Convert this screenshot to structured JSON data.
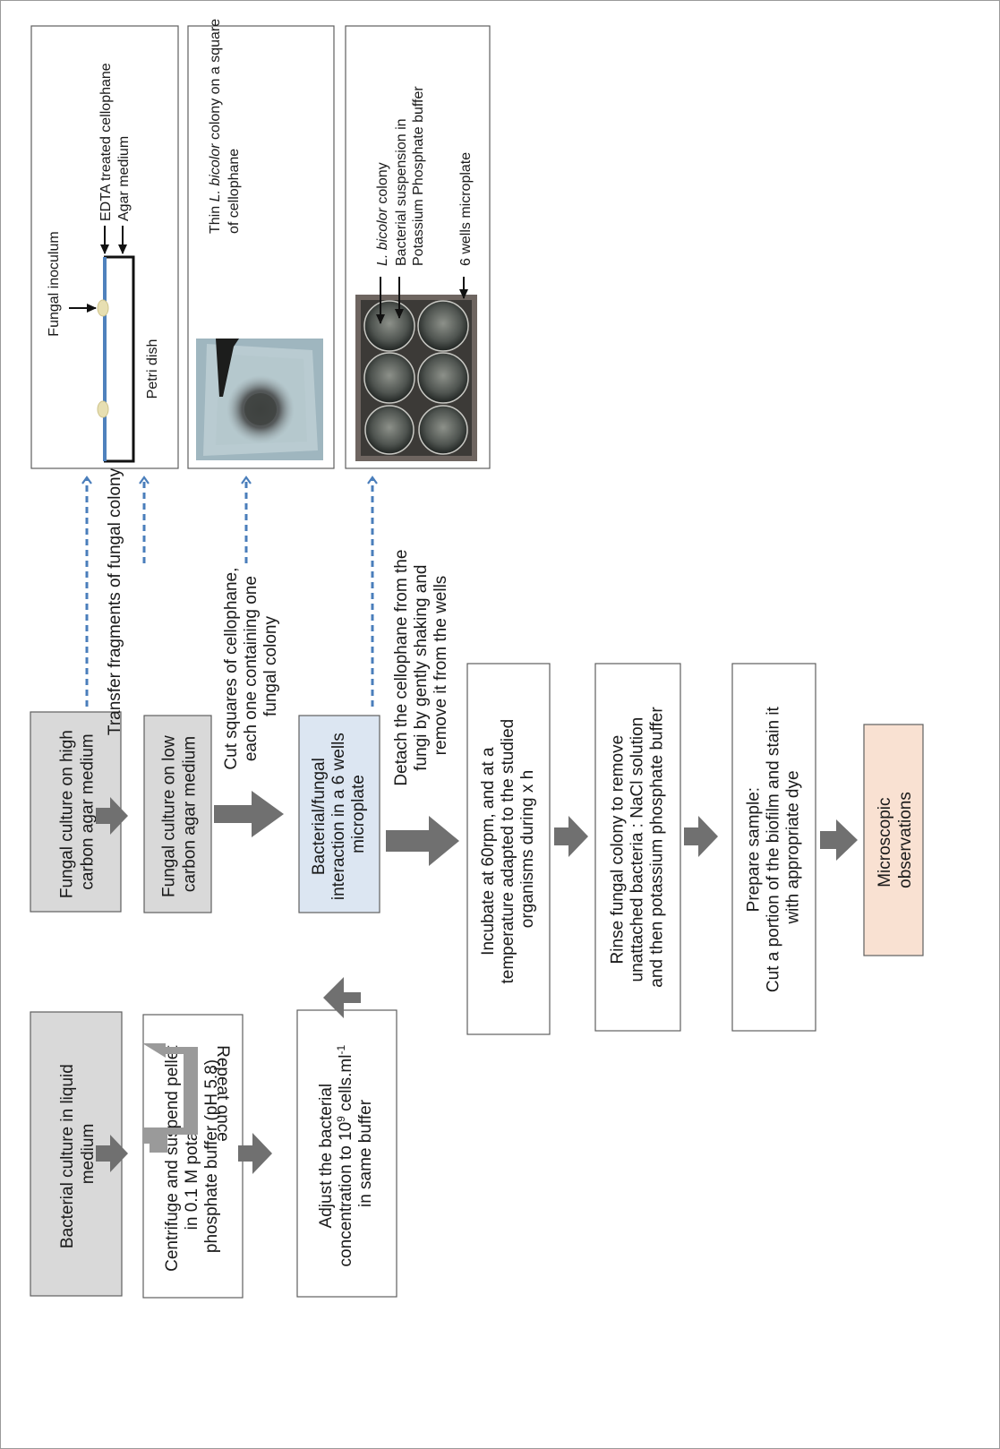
{
  "colors": {
    "grey_box": "#d9d9d9",
    "blue_box": "#dce6f2",
    "peach_box": "#f9e1d2",
    "white_box": "#ffffff",
    "box_border": "#5f5f5f",
    "flow_arrow": "#707070",
    "loop_arrow": "#9a9a9a",
    "dashed_arrow": "#4a7ebb",
    "medium_line": "#4f81bd",
    "inoculum": "#e7dfb2"
  },
  "boxes": {
    "bacterial_culture": [
      "Bacterial culture in liquid",
      "medium"
    ],
    "centrifuge": [
      "Centrifuge and suspend pellet",
      "in  0.1 M potassium",
      "phosphate  buffer (pH 5.8)"
    ],
    "adjust": {
      "line1": "Adjust the bacterial",
      "line2_prefix": "concentration to 10",
      "line2_exp": "9",
      "line2_mid": " cells.ml",
      "line2_sup": "-1",
      "line3": "in same buffer"
    },
    "fungal_high": [
      "Fungal culture on high",
      "carbon agar medium"
    ],
    "fungal_low": [
      "Fungal culture on low",
      "carbon agar medium"
    ],
    "interaction": [
      "Bacterial/fungal",
      "interaction in a 6 wells",
      "microplate"
    ],
    "incubate": [
      "Incubate at 60rpm, and at a",
      "temperature adapted to the studied",
      "organisms during x h"
    ],
    "rinse": [
      "Rinse fungal colony to remove",
      "unattached bacteria : NaCl solution",
      "and then potassium phosphate buffer"
    ],
    "prepare": [
      "Prepare sample:",
      "Cut a portion of the biofilm and stain it",
      "with appropriate dye"
    ],
    "microscopic": [
      "Microscopic",
      "observations"
    ]
  },
  "loop_label": "Repeat once",
  "step_labels": {
    "transfer": [
      "Transfer fragments of fungal colony"
    ],
    "cut_squares": [
      "Cut squares of cellophane,",
      "each one containing one",
      "fungal colony"
    ],
    "detach": [
      "Detach the cellophane from the",
      "fungi by gently shaking and",
      "remove it from the wells"
    ]
  },
  "panel_petri": {
    "fungal_inoculum": "Fungal inoculum",
    "edta": "EDTA treated cellophane",
    "agar": "Agar medium",
    "petri_dish": "Petri dish"
  },
  "panel_cellophane": {
    "line1_prefix": "Thin ",
    "line1_italic": "L. bicolor",
    "line1_suffix": " colony on a square",
    "line2": "of cellophane"
  },
  "panel_microplate": {
    "colony_italic": "L. bicolor",
    "colony_suffix": " colony",
    "suspension_line1": "Bacterial suspension in",
    "suspension_line2": "Potassium Phosphate buffer",
    "microplate": "6 wells microplate"
  }
}
